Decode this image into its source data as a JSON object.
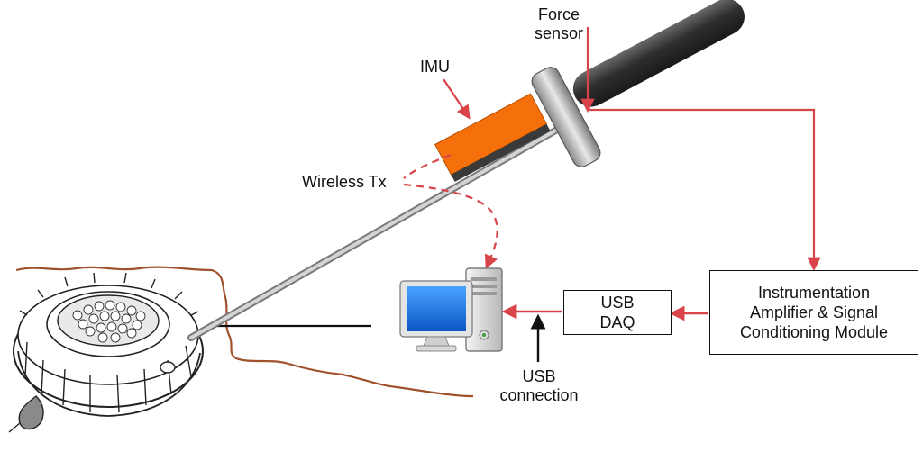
{
  "labels": {
    "force_sensor": [
      "Force",
      "sensor"
    ],
    "imu": "IMU",
    "wireless_tx": "Wireless Tx",
    "usb_connection": [
      "USB",
      "connection"
    ]
  },
  "boxes": {
    "usb_daq": [
      "USB",
      "DAQ"
    ],
    "amplifier": [
      "Instrumentation",
      "Amplifier & Signal",
      "Conditioning Module"
    ]
  },
  "colors": {
    "arrow_red": "#d9444a",
    "imu_orange": "#f5700a",
    "soil_brown": "#a0522d",
    "rod_gray": "#b5b5b5",
    "handle_dark": "#3a3a3a"
  }
}
